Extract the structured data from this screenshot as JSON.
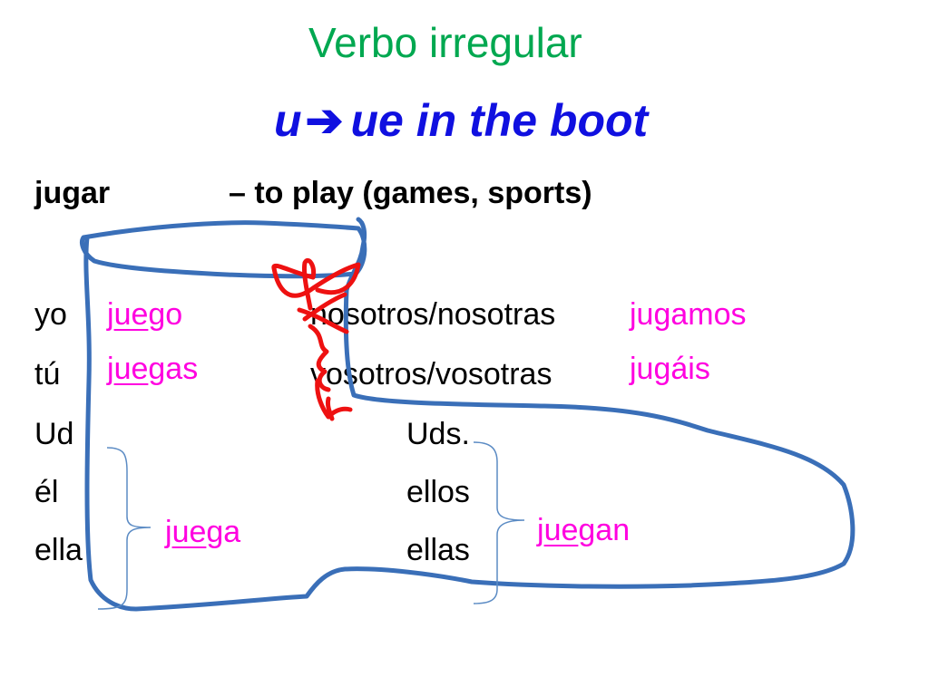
{
  "slide": {
    "title": "Verbo irregular",
    "subtitle": {
      "from": "u",
      "arrow": "➔",
      "rest": "ue in the boot"
    },
    "infinitive": {
      "verb": "jugar",
      "meaning": "– to play (games, sports)"
    },
    "pronouns_left": [
      "yo",
      "tú",
      "Ud",
      "él",
      "ella"
    ],
    "pronouns_right": [
      "nosotros/nosotras",
      "vosotros/vosotras",
      "Uds.",
      "ellos",
      "ellas"
    ],
    "forms": {
      "yo": {
        "pre": "j",
        "stem": "ue",
        "post": "go"
      },
      "tu": {
        "pre": "j",
        "stem": "ue",
        "post": "gas"
      },
      "nosotros": "jugamos",
      "vosotros": "jugáis",
      "ud_el_ella": {
        "pre": "j",
        "stem": "ue",
        "post": "ga"
      },
      "uds_ellos_ellas": {
        "pre": "j",
        "stem": "ue",
        "post": "gan"
      }
    },
    "colors": {
      "title": "#00a850",
      "subtitle": "#1010e0",
      "forms": "#ff00e0",
      "boot": "#3a6fb8",
      "laces": "#ee1111"
    }
  }
}
